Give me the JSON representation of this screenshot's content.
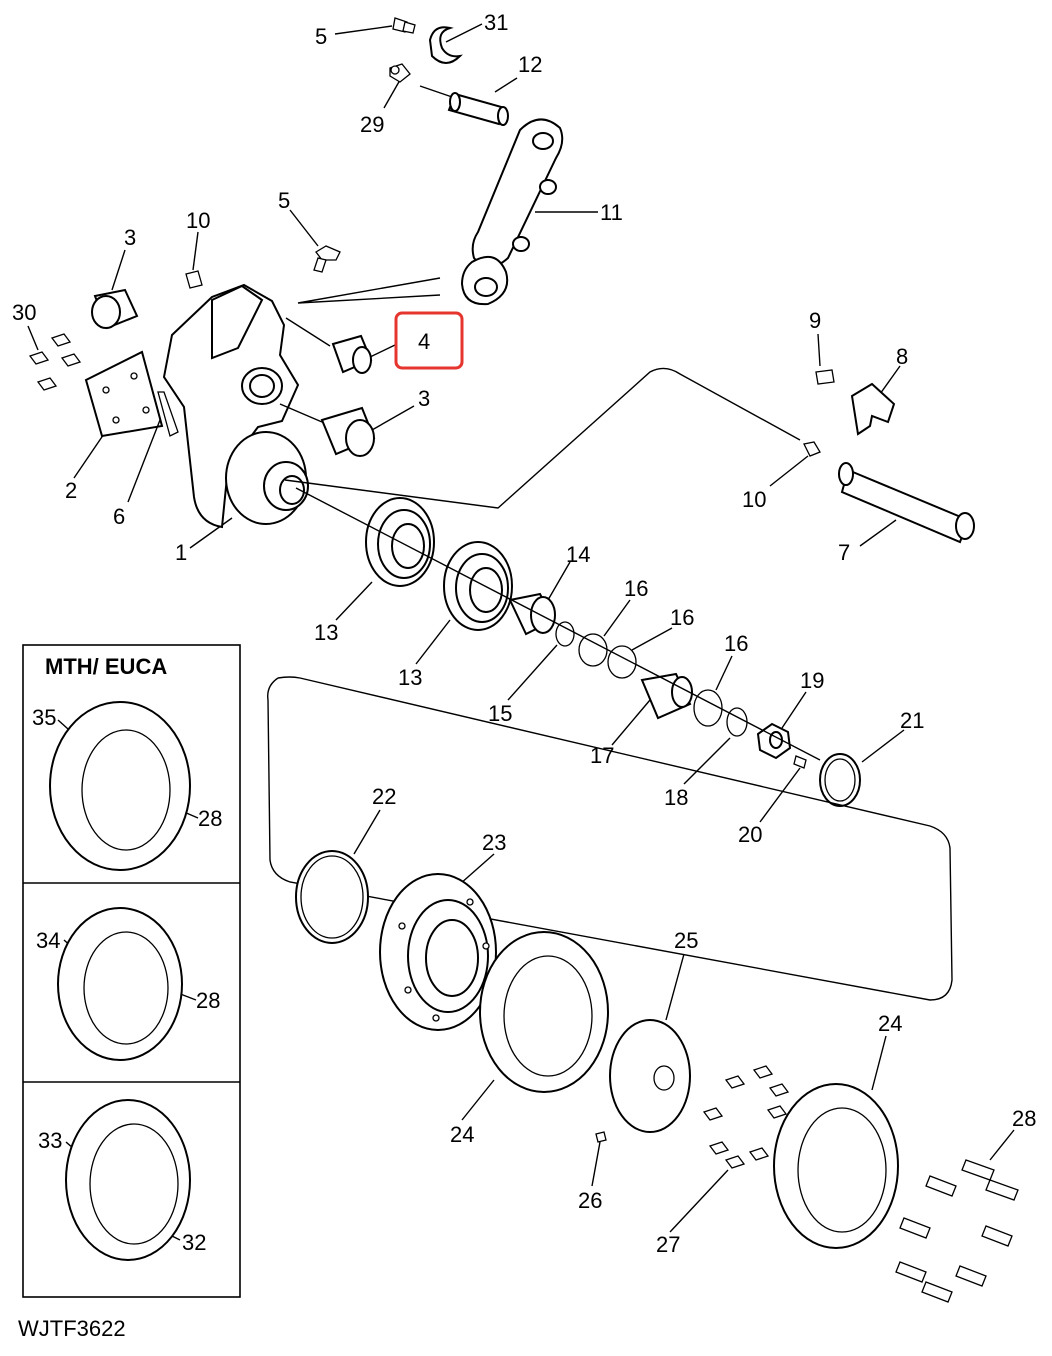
{
  "diagram": {
    "code": "WJTF3622",
    "inset_title": "MTH/ EUCA",
    "highlighted_label": "4",
    "highlight_color": "#e5352e",
    "labels": {
      "l5a": "5",
      "l31": "31",
      "l12": "12",
      "l29": "29",
      "l11": "11",
      "l10a": "10",
      "l5b": "5",
      "l3a": "3",
      "l30": "30",
      "l4": "4",
      "l9": "9",
      "l8": "8",
      "l3b": "3",
      "l2": "2",
      "l6": "6",
      "l10b": "10",
      "l1": "1",
      "l7": "7",
      "l14": "14",
      "l13a": "13",
      "l16a": "16",
      "l16b": "16",
      "l13b": "13",
      "l15": "15",
      "l16c": "16",
      "l19": "19",
      "l17": "17",
      "l21": "21",
      "l18": "18",
      "l22": "22",
      "l20": "20",
      "l23": "23",
      "l25": "25",
      "l24a": "24",
      "l24b": "24",
      "l28d": "28",
      "l26": "26",
      "l27": "27",
      "l35": "35",
      "l28a": "28",
      "l34": "34",
      "l28b": "28",
      "l33": "33",
      "l32": "32"
    }
  }
}
